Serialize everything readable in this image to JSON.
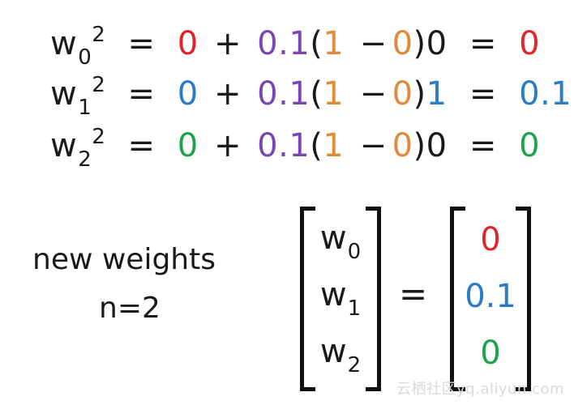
{
  "equations": [
    {
      "var": "w",
      "sub": "0",
      "sup": "2",
      "eq": "=",
      "t1": "0",
      "plus": "+",
      "lr": "0.1",
      "lp": "(",
      "one": "1",
      "minus": "−",
      "zero": "0",
      "rp": ")",
      "x": "0",
      "eq2": "=",
      "result": "0",
      "colors": {
        "t1": "#e0242c",
        "x": "#1a1a1a",
        "result": "#e0242c"
      }
    },
    {
      "var": "w",
      "sub": "1",
      "sup": "2",
      "eq": "=",
      "t1": "0",
      "plus": "+",
      "lr": "0.1",
      "lp": "(",
      "one": "1",
      "minus": "−",
      "zero": "0",
      "rp": ")",
      "x": "1",
      "eq2": "=",
      "result": "0.1",
      "colors": {
        "t1": "#2b7bc6",
        "x": "#2b7bc6",
        "result": "#2b7bc6"
      }
    },
    {
      "var": "w",
      "sub": "2",
      "sup": "2",
      "eq": "=",
      "t1": "0",
      "plus": "+",
      "lr": "0.1",
      "lp": "(",
      "one": "1",
      "minus": "−",
      "zero": "0",
      "rp": ")",
      "x": "0",
      "eq2": "=",
      "result": "0",
      "colors": {
        "t1": "#1fa34a",
        "x": "#1a1a1a",
        "result": "#1fa34a"
      }
    }
  ],
  "label": {
    "line1": "new weights",
    "line2": "n=2"
  },
  "matrix_left": [
    {
      "var": "w",
      "sub": "0"
    },
    {
      "var": "w",
      "sub": "1"
    },
    {
      "var": "w",
      "sub": "2"
    }
  ],
  "matrix_equals": "=",
  "matrix_right": [
    {
      "value": "0",
      "color": "#e0242c"
    },
    {
      "value": "0.1",
      "color": "#2b7bc6"
    },
    {
      "value": "0",
      "color": "#1fa34a"
    }
  ],
  "watermark": "云栖社区yq.aliyun.com",
  "colors": {
    "learning_rate": "#7a46b1",
    "target_minus_output": "#e08a3c",
    "text": "#1a1a1a"
  }
}
